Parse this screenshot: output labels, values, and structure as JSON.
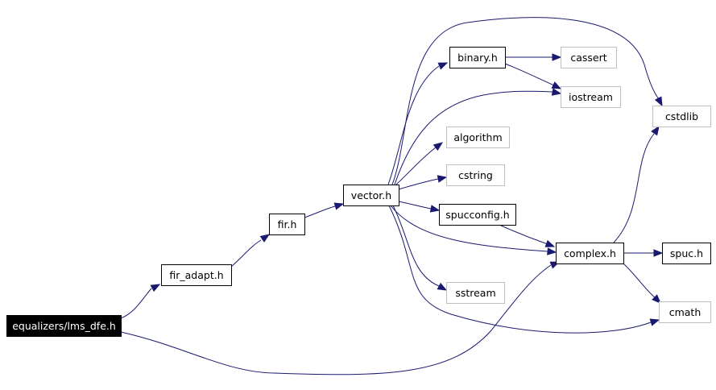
{
  "colors": {
    "edge": "#191970",
    "root_fill": "#000000",
    "root_text": "#ffffff",
    "solid_border": "#000000",
    "external_border": "#bfbfbf",
    "text": "#000000"
  },
  "nodes": [
    {
      "id": "lms_dfe",
      "label": "equalizers/lms_dfe.h",
      "kind": "root"
    },
    {
      "id": "fir_adapt",
      "label": "fir_adapt.h",
      "kind": "internal"
    },
    {
      "id": "fir",
      "label": "fir.h",
      "kind": "internal"
    },
    {
      "id": "vector",
      "label": "vector.h",
      "kind": "internal"
    },
    {
      "id": "binary",
      "label": "binary.h",
      "kind": "internal"
    },
    {
      "id": "cassert",
      "label": "cassert",
      "kind": "external"
    },
    {
      "id": "iostream",
      "label": "iostream",
      "kind": "external"
    },
    {
      "id": "cstdlib",
      "label": "cstdlib",
      "kind": "external"
    },
    {
      "id": "algorithm",
      "label": "algorithm",
      "kind": "external"
    },
    {
      "id": "cstring",
      "label": "cstring",
      "kind": "external"
    },
    {
      "id": "spucconfig",
      "label": "spucconfig.h",
      "kind": "internal"
    },
    {
      "id": "complex",
      "label": "complex.h",
      "kind": "internal"
    },
    {
      "id": "spuc",
      "label": "spuc.h",
      "kind": "internal"
    },
    {
      "id": "sstream",
      "label": "sstream",
      "kind": "external"
    },
    {
      "id": "cmath",
      "label": "cmath",
      "kind": "external"
    }
  ],
  "edges": [
    {
      "from": "lms_dfe",
      "to": "fir_adapt"
    },
    {
      "from": "lms_dfe",
      "to": "complex"
    },
    {
      "from": "fir_adapt",
      "to": "fir"
    },
    {
      "from": "fir",
      "to": "vector"
    },
    {
      "from": "vector",
      "to": "binary"
    },
    {
      "from": "vector",
      "to": "cstdlib"
    },
    {
      "from": "vector",
      "to": "iostream"
    },
    {
      "from": "vector",
      "to": "algorithm"
    },
    {
      "from": "vector",
      "to": "cstring"
    },
    {
      "from": "vector",
      "to": "spucconfig"
    },
    {
      "from": "vector",
      "to": "complex"
    },
    {
      "from": "vector",
      "to": "sstream"
    },
    {
      "from": "vector",
      "to": "cmath"
    },
    {
      "from": "binary",
      "to": "cassert"
    },
    {
      "from": "binary",
      "to": "iostream"
    },
    {
      "from": "spucconfig",
      "to": "complex"
    },
    {
      "from": "complex",
      "to": "cstdlib"
    },
    {
      "from": "complex",
      "to": "spuc"
    },
    {
      "from": "complex",
      "to": "cmath"
    }
  ]
}
